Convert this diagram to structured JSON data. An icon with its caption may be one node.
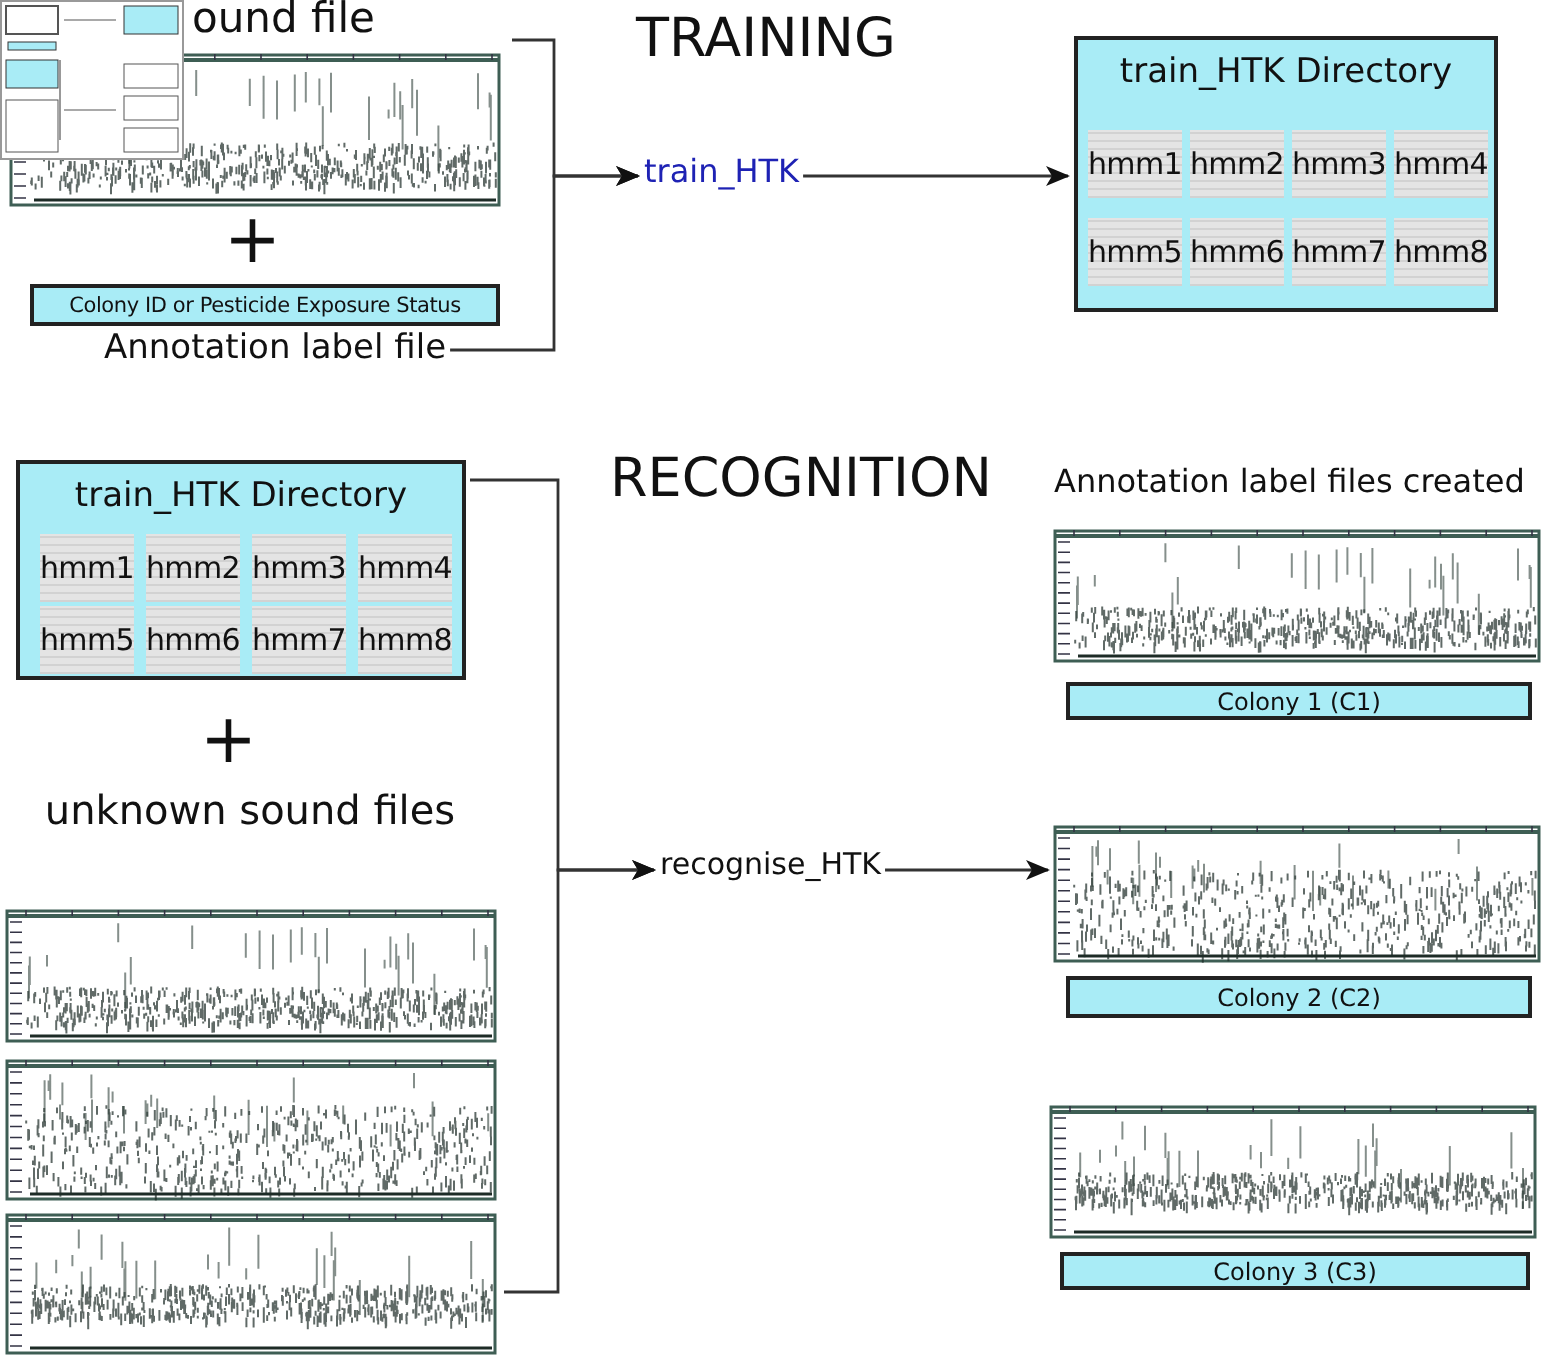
{
  "diagram": {
    "nodes": [
      {
        "text": [
          "ound file"
        ]
      },
      {
        "text": [
          "Colony ID or Pesticide Exposure Status"
        ]
      },
      {
        "text": [
          "Annotation label file"
        ]
      },
      {
        "text": [
          "train_HTK"
        ]
      },
      {
        "text": [
          "train_HTK Directory"
        ]
      },
      {
        "text": [
          "hmm1"
        ],
        "in": 4
      },
      {
        "text": [
          "hmm2"
        ],
        "in": 4
      },
      {
        "text": [
          "hmm3"
        ],
        "in": 4
      },
      {
        "text": [
          "hmm4"
        ],
        "in": 4
      },
      {
        "text": [
          "hmm5"
        ],
        "in": 4
      },
      {
        "text": [
          "hmm6"
        ],
        "in": 4
      },
      {
        "text": [
          "hmm7"
        ],
        "in": 4
      },
      {
        "text": [
          "hmm8"
        ],
        "in": 4
      },
      {
        "text": [
          "train_HTK Directory"
        ]
      },
      {
        "text": [
          "hmm1"
        ],
        "in": 13
      },
      {
        "text": [
          "hmm2"
        ],
        "in": 13
      },
      {
        "text": [
          "hmm3"
        ],
        "in": 13
      },
      {
        "text": [
          "hmm4"
        ],
        "in": 13
      },
      {
        "text": [
          "hmm5"
        ],
        "in": 13
      },
      {
        "text": [
          "hmm6"
        ],
        "in": 13
      },
      {
        "text": [
          "hmm7"
        ],
        "in": 13
      },
      {
        "text": [
          "hmm8"
        ],
        "in": 13
      },
      {
        "text": [
          "unknown sound files"
        ]
      },
      {
        "text": [
          "recognise_HTK"
        ]
      },
      {
        "text": [],
        "shape": "picture"
      },
      {
        "text": [
          "Colony 1 (C1)"
        ]
      },
      {
        "text": [],
        "shape": "picture"
      },
      {
        "text": [
          "Colony 2 (C2)"
        ]
      },
      {
        "text": [],
        "shape": "picture"
      },
      {
        "text": [
          "Colony 3 (C3)"
        ]
      }
    ],
    "edges": [
      {
        "from": 0,
        "to": 3,
        "arrow": "to"
      },
      {
        "from": 2,
        "to": 3,
        "arrow": "to"
      },
      {
        "from": 3,
        "to": 4,
        "arrow": "to"
      },
      {
        "from": 13,
        "to": 23,
        "arrow": "to"
      },
      {
        "from": 22,
        "to": 23,
        "arrow": "to"
      },
      {
        "from": 23,
        "to": 26,
        "arrow": "to"
      }
    ],
    "labels": [
      "TRAINING",
      "+",
      "RECOGNITION",
      "+",
      "Annotation label files created"
    ]
  }
}
